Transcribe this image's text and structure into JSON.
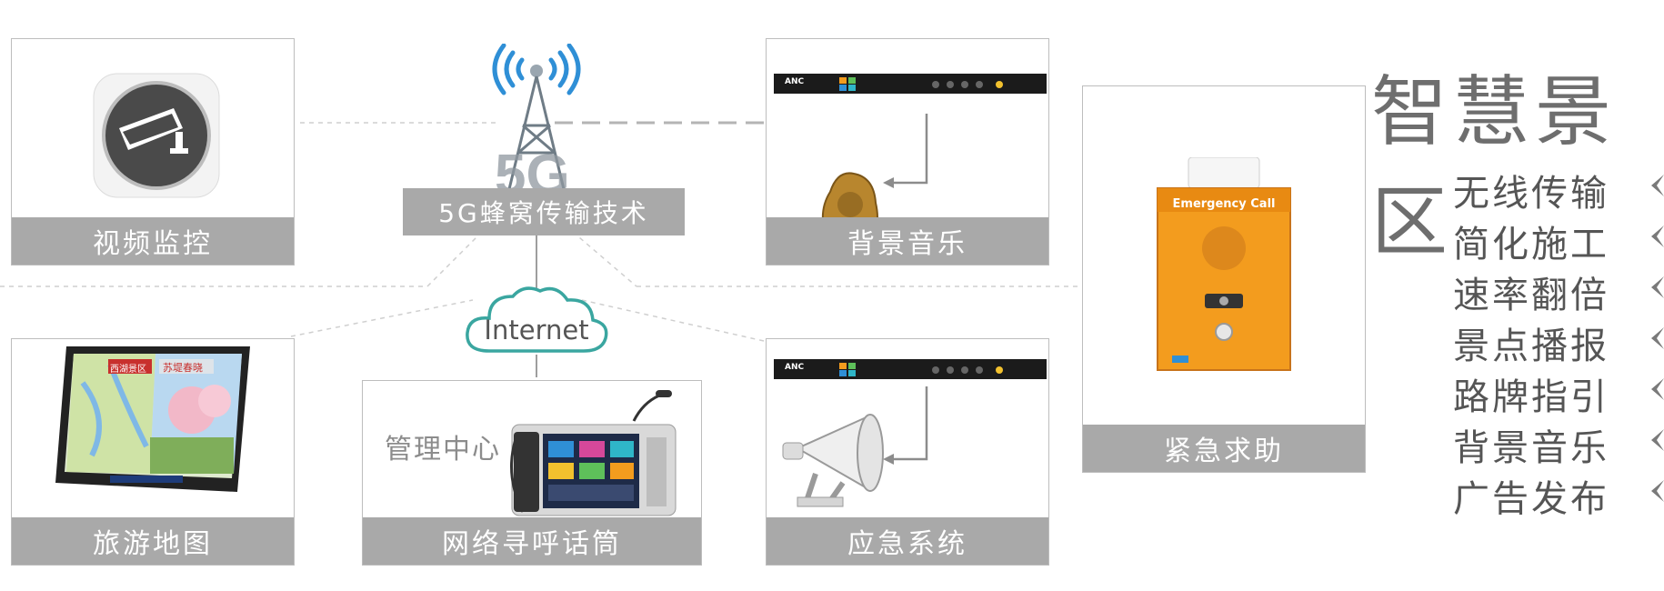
{
  "heading": "智慧景区",
  "features": [
    "无线传输",
    "简化施工",
    "速率翻倍",
    "景点播报",
    "路牌指引",
    "背景音乐",
    "广告发布"
  ],
  "hub": {
    "label": "5G蜂窝传输技术",
    "tower_text": "5G"
  },
  "cloud": {
    "label": "Internet"
  },
  "cards": {
    "video": "视频监控",
    "map": "旅游地图",
    "intercom": "网络寻呼话筒",
    "management": "管理中心",
    "bgmusic": "背景音乐",
    "emergency_system": "应急系统",
    "sos": "紧急求助",
    "sos_panel_text": "Emergency Call"
  },
  "map_screen": {
    "left_tag": "西湖景区",
    "right_tag": "苏堤春晓"
  },
  "device": {
    "brand": "ANC"
  },
  "colors": {
    "label_bg": "#a9a9a9",
    "heading": "#6e6e6e",
    "cloud_stroke": "#3aa6a0",
    "sos_orange": "#f39c1e",
    "wifi_blue": "#2f8fd6"
  }
}
